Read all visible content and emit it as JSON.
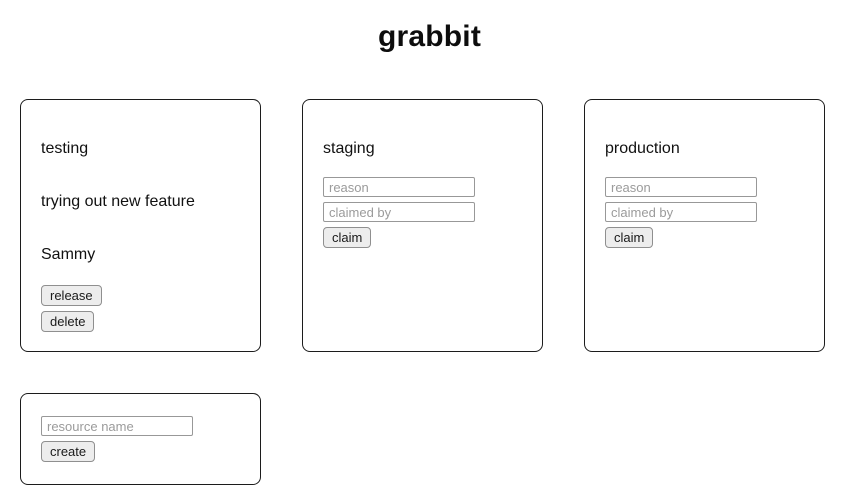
{
  "page_title": "grabbit",
  "resources": [
    {
      "name": "testing",
      "state": "claimed",
      "reason": "trying out new feature",
      "claimed_by": "Sammy",
      "buttons": {
        "release": "release",
        "delete": "delete"
      }
    },
    {
      "name": "staging",
      "state": "unclaimed",
      "inputs": {
        "reason_placeholder": "reason",
        "claimed_by_placeholder": "claimed by"
      },
      "buttons": {
        "claim": "claim"
      }
    },
    {
      "name": "production",
      "state": "unclaimed",
      "inputs": {
        "reason_placeholder": "reason",
        "claimed_by_placeholder": "claimed by"
      },
      "buttons": {
        "claim": "claim"
      }
    }
  ],
  "create_form": {
    "name_placeholder": "resource name",
    "create_button": "create"
  },
  "colors": {
    "background": "#ffffff",
    "text": "#111111",
    "card_border": "#1c1c1c",
    "input_border": "#989898",
    "placeholder_text": "#9b9b9b",
    "button_background": "#ededed",
    "button_border": "#8f8f8f"
  }
}
